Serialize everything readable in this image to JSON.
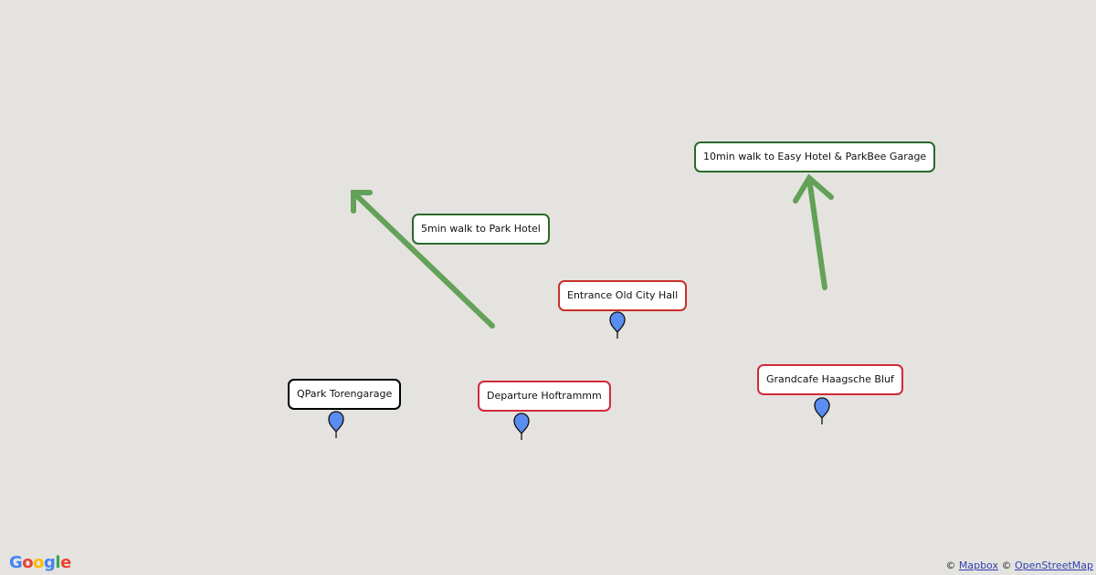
{
  "map": {
    "labels": [
      {
        "text": "QPark Torengarage",
        "color": "#111111"
      },
      {
        "text": "Departure Hoftrammm",
        "color": "#d02a3a"
      },
      {
        "text": "Entrance Old City Hall",
        "color": "#c8302a"
      },
      {
        "text": "Grandcafe Haagsche Bluf",
        "color": "#d02a3a"
      },
      {
        "text": "5min walk to Park Hotel",
        "color": "#2a6a2a"
      },
      {
        "text": "10min walk to Easy Hotel & ParkBee Garage",
        "color": "#2a6a2a"
      }
    ],
    "arrow_color": "#5c9e50",
    "pin_color": "#5b8cf0"
  },
  "footer": {
    "google_logo": "Google",
    "copyright1": "©",
    "mapbox": "Mapbox",
    "copyright2": "©",
    "osm": "OpenStreetMap"
  }
}
